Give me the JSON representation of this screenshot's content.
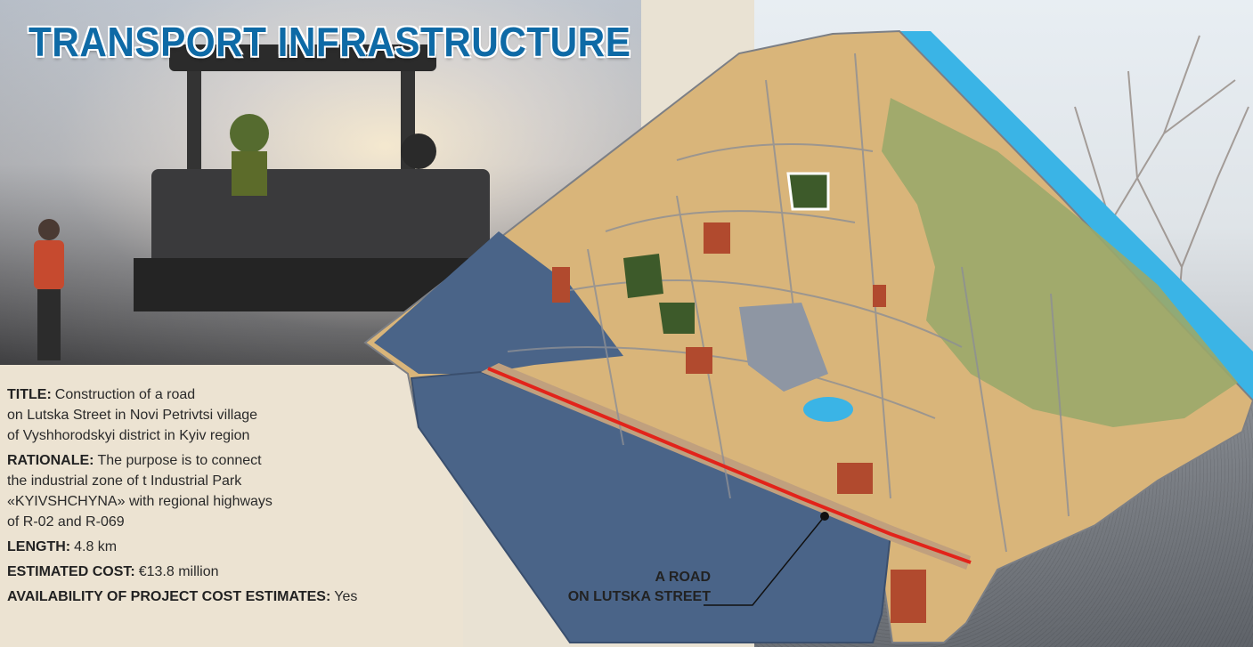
{
  "title": "TRANSPORT INFRASTRUCTURE",
  "callout": {
    "line1": "A ROAD",
    "line2": "ON LUTSKA STREET"
  },
  "info": {
    "title_key": "TITLE:",
    "title_lines": [
      "Construction of a road",
      "on Lutska Street in Novi Petrivtsi village",
      "of Vyshhorodskyi district in Kyiv region"
    ],
    "rationale_key": "RATIONALE:",
    "rationale_lines": [
      "The purpose is to connect",
      "the industrial zone of t Industrial Park",
      "«KYIVSHCHYNA» with regional highways",
      "of R-02 and R-069"
    ],
    "length_key": "LENGTH:",
    "length_value": "4.8 km",
    "cost_key": "ESTIMATED COST:",
    "cost_value": "€13.8 million",
    "estimates_key": "AVAILABILITY OF PROJECT COST ESTIMATES:",
    "estimates_value": "Yes"
  },
  "colors": {
    "title": "#0e6aa6",
    "road": "#e2231a",
    "river": "#3ab4e6",
    "industrial": "#4a6488",
    "residential": "#d9b57a"
  },
  "icons": [
    "road-marker-dot"
  ]
}
